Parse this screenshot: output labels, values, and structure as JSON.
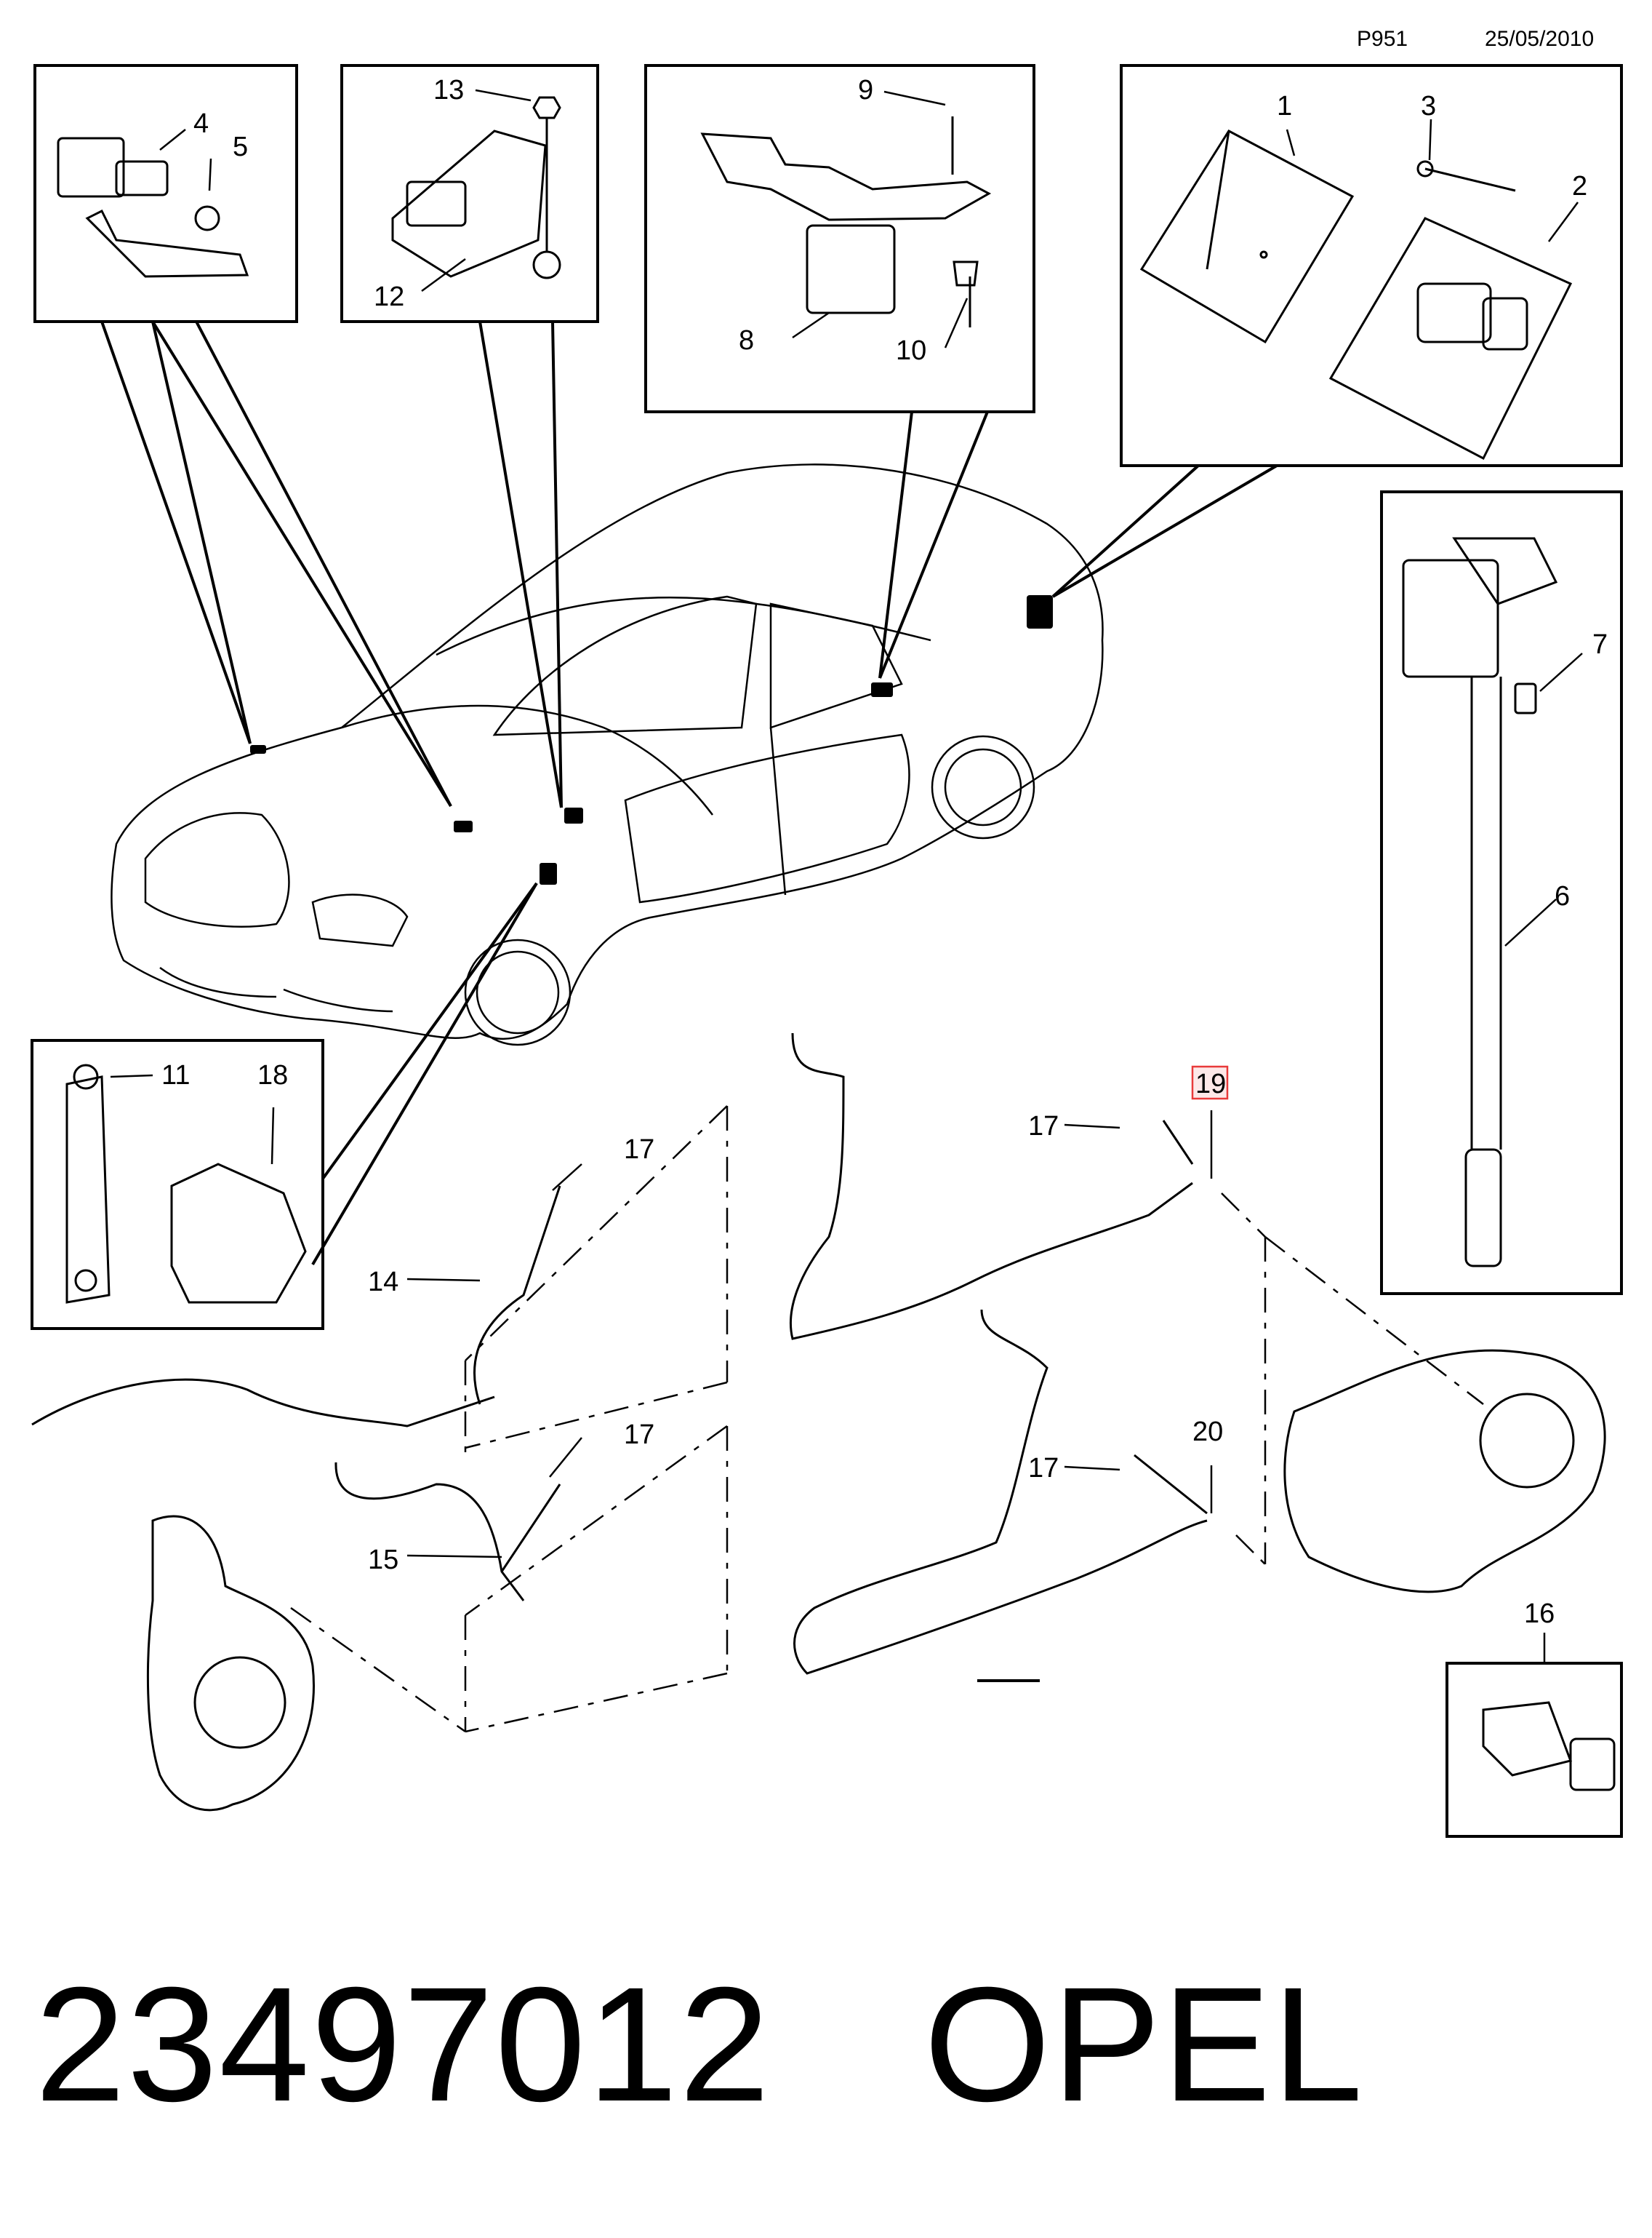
{
  "header": {
    "page_code": "P951",
    "date": "25/05/2010"
  },
  "callouts": {
    "c1": "1",
    "c2": "2",
    "c3": "3",
    "c4": "4",
    "c5": "5",
    "c6": "6",
    "c7": "7",
    "c8": "8",
    "c9": "9",
    "c10": "10",
    "c11": "11",
    "c12": "12",
    "c13": "13",
    "c14": "14",
    "c15": "15",
    "c16": "16",
    "c17a": "17",
    "c17b": "17",
    "c17c": "17",
    "c17d": "17",
    "c18": "18",
    "c19": "19",
    "c20": "20"
  },
  "highlight": {
    "callout": "19",
    "color": "#e83a3a",
    "fill": "#fde8e8"
  },
  "footer": {
    "part_number": "23497012",
    "brand": "OPEL"
  }
}
